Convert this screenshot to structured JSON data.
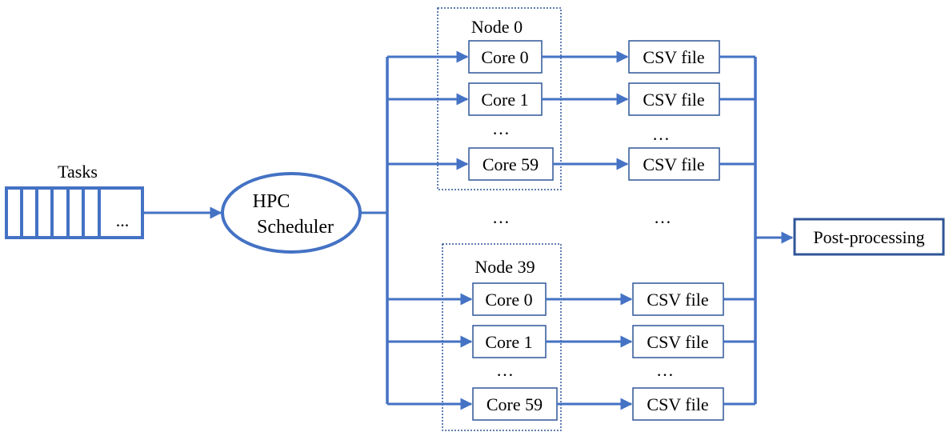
{
  "colors": {
    "line": "#4472C4",
    "box_border": "#2F5597",
    "node_border": "#2F5597",
    "text": "#000000",
    "background": "#FFFFFF"
  },
  "tasks": {
    "label": "Tasks",
    "more": "..."
  },
  "scheduler": {
    "line1": "HPC",
    "line2": "Scheduler"
  },
  "nodes": [
    {
      "label": "Node 0",
      "cores": [
        "Core 0",
        "Core 1",
        "Core 59"
      ],
      "core_ellipsis": "…",
      "outputs": [
        "CSV file",
        "CSV file",
        "CSV file"
      ],
      "output_ellipsis": "…"
    },
    {
      "label": "Node 39",
      "cores": [
        "Core 0",
        "Core 1",
        "Core 59"
      ],
      "core_ellipsis": "…",
      "outputs": [
        "CSV file",
        "CSV file",
        "CSV file"
      ],
      "output_ellipsis": "…"
    }
  ],
  "between_nodes": {
    "core_ellipsis": "…",
    "output_ellipsis": "…"
  },
  "postprocessing": {
    "label": "Post-processing"
  }
}
